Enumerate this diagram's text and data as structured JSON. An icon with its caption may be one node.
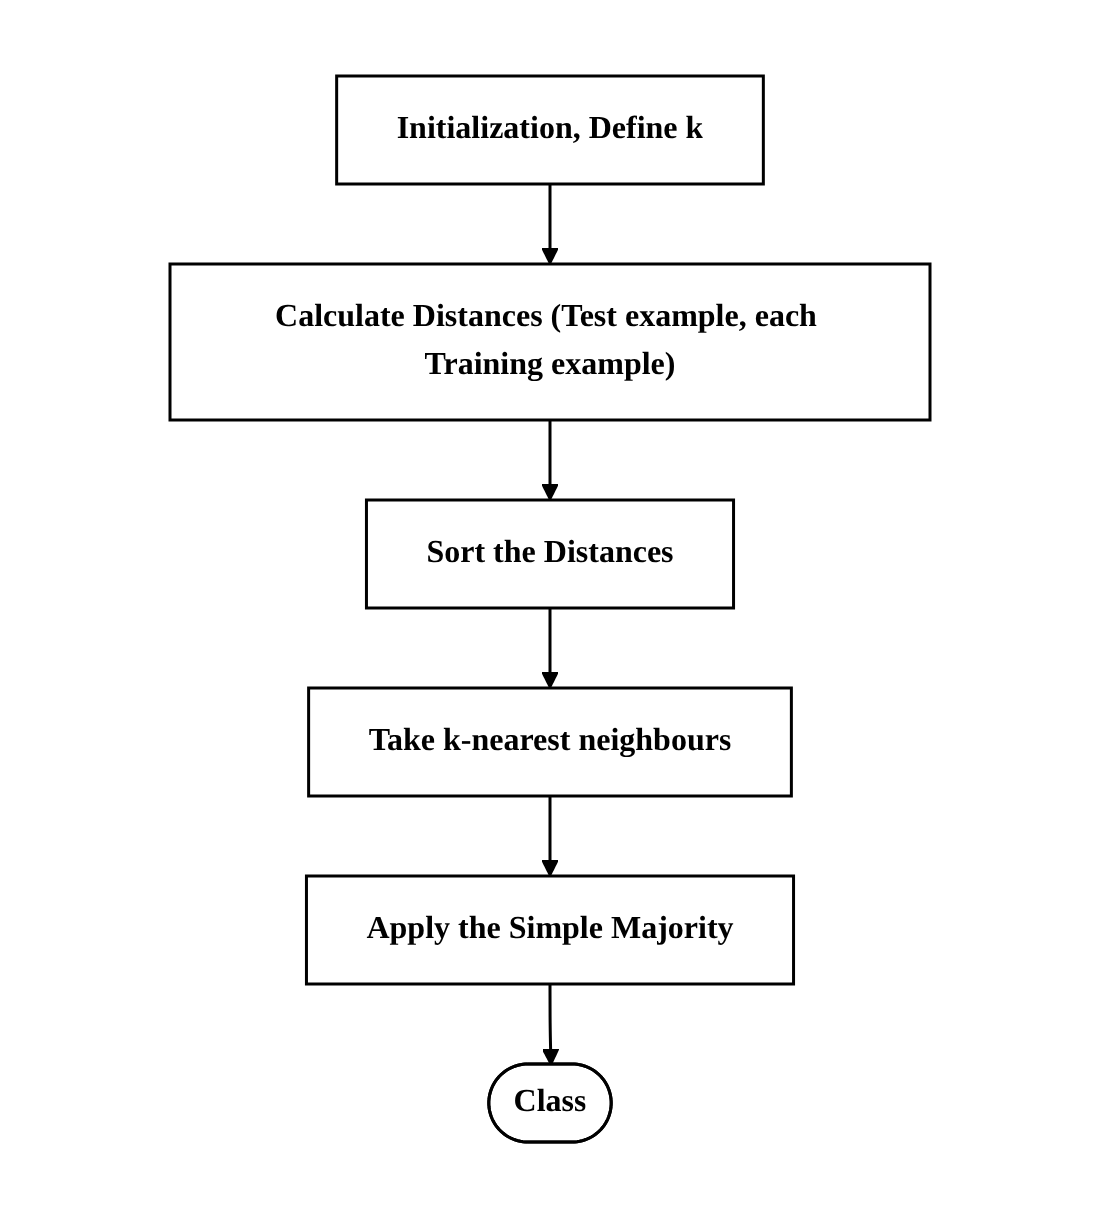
{
  "diagram": {
    "nodes": [
      {
        "text": [
          "Initialization, Define k"
        ]
      },
      {
        "text": [
          "Calculate Distances (Test example, each Training example)"
        ]
      },
      {
        "text": [
          "Sort the Distances"
        ]
      },
      {
        "text": [
          "Take k-nearest neighbours"
        ]
      },
      {
        "text": [
          "Apply the Simple Majority"
        ]
      },
      {
        "text": [
          "Class"
        ]
      }
    ],
    "edges": [
      {
        "from": 0,
        "to": 1,
        "arrow": "to"
      },
      {
        "from": 1,
        "to": 2,
        "arrow": "to"
      },
      {
        "from": 2,
        "to": 3,
        "arrow": "to"
      },
      {
        "from": 3,
        "to": 4,
        "arrow": "to"
      },
      {
        "from": 4,
        "to": 5,
        "arrow": "to"
      }
    ]
  }
}
